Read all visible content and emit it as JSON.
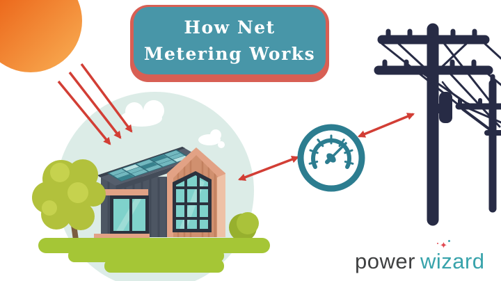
{
  "title": {
    "line1": "How Net",
    "line2": "Metering Works"
  },
  "logo": {
    "word1": "power",
    "word2": "wizard",
    "sparkle_icon": "✦"
  },
  "illustration": {
    "figures": [
      "sun",
      "sunlight-arrows",
      "house-with-solar-panels",
      "tree",
      "bush",
      "grass",
      "net-meter-gauge",
      "bidirectional-arrow-house-meter",
      "bidirectional-arrow-meter-grid",
      "utility-poles-with-transformer"
    ],
    "sunlight_arrow_count": 3
  },
  "colors": {
    "title_box_fill": "#4896a8",
    "title_box_border": "#d85f54",
    "title_text": "#ffffff",
    "arrow_red": "#d23e35",
    "meter_teal": "#2c7d90",
    "pole_navy": "#272b45",
    "sun_gradient_start": "#e8520a",
    "sun_gradient_end": "#f9b055",
    "sky_circle_mint": "#dcece7",
    "grass_green": "#a5c636",
    "house_wall_gray": "#4d5663",
    "house_wood_salmon": "#e2a285",
    "window_glass_teal": "#7fd2cb",
    "solar_panel_teal": "#6fb3bb",
    "logo_power_color": "#3f4041",
    "logo_wizard_color": "#38a3ab",
    "sparkle_red": "#e04a52"
  }
}
